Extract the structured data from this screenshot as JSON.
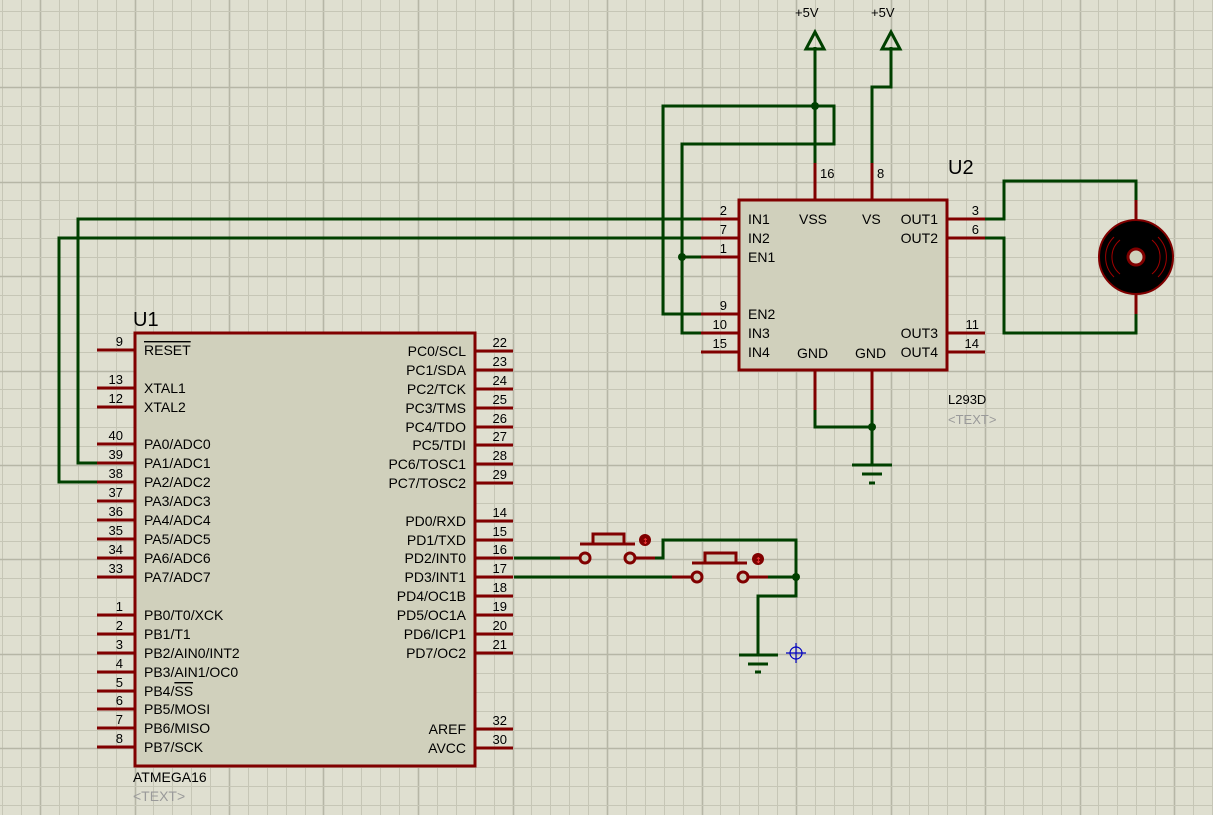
{
  "schematic": {
    "u1": {
      "ref": "U1",
      "part": "ATMEGA16",
      "text_placeholder": "<TEXT>",
      "left_pins": [
        {
          "num": "9",
          "name": "RESET",
          "overline": true
        },
        {
          "num": "13",
          "name": "XTAL1"
        },
        {
          "num": "12",
          "name": "XTAL2"
        },
        {
          "num": "40",
          "name": "PA0/ADC0"
        },
        {
          "num": "39",
          "name": "PA1/ADC1"
        },
        {
          "num": "38",
          "name": "PA2/ADC2"
        },
        {
          "num": "37",
          "name": "PA3/ADC3"
        },
        {
          "num": "36",
          "name": "PA4/ADC4"
        },
        {
          "num": "35",
          "name": "PA5/ADC5"
        },
        {
          "num": "34",
          "name": "PA6/ADC6"
        },
        {
          "num": "33",
          "name": "PA7/ADC7"
        },
        {
          "num": "1",
          "name": "PB0/T0/XCK"
        },
        {
          "num": "2",
          "name": "PB1/T1"
        },
        {
          "num": "3",
          "name": "PB2/AIN0/INT2"
        },
        {
          "num": "4",
          "name": "PB3/AIN1/OC0"
        },
        {
          "num": "5",
          "name": "PB4/SS",
          "overline_part": "SS"
        },
        {
          "num": "6",
          "name": "PB5/MOSI"
        },
        {
          "num": "7",
          "name": "PB6/MISO"
        },
        {
          "num": "8",
          "name": "PB7/SCK"
        }
      ],
      "right_pins": [
        {
          "num": "22",
          "name": "PC0/SCL"
        },
        {
          "num": "23",
          "name": "PC1/SDA"
        },
        {
          "num": "24",
          "name": "PC2/TCK"
        },
        {
          "num": "25",
          "name": "PC3/TMS"
        },
        {
          "num": "26",
          "name": "PC4/TDO"
        },
        {
          "num": "27",
          "name": "PC5/TDI"
        },
        {
          "num": "28",
          "name": "PC6/TOSC1"
        },
        {
          "num": "29",
          "name": "PC7/TOSC2"
        },
        {
          "num": "14",
          "name": "PD0/RXD"
        },
        {
          "num": "15",
          "name": "PD1/TXD"
        },
        {
          "num": "16",
          "name": "PD2/INT0"
        },
        {
          "num": "17",
          "name": "PD3/INT1"
        },
        {
          "num": "18",
          "name": "PD4/OC1B"
        },
        {
          "num": "19",
          "name": "PD5/OC1A"
        },
        {
          "num": "20",
          "name": "PD6/ICP1"
        },
        {
          "num": "21",
          "name": "PD7/OC2"
        },
        {
          "num": "32",
          "name": "AREF"
        },
        {
          "num": "30",
          "name": "AVCC"
        }
      ]
    },
    "u2": {
      "ref": "U2",
      "part": "L293D",
      "text_placeholder": "<TEXT>",
      "left_pins": [
        {
          "num": "2",
          "name": "IN1"
        },
        {
          "num": "7",
          "name": "IN2"
        },
        {
          "num": "1",
          "name": "EN1"
        },
        {
          "num": "9",
          "name": "EN2"
        },
        {
          "num": "10",
          "name": "IN3"
        },
        {
          "num": "15",
          "name": "IN4"
        }
      ],
      "right_pins": [
        {
          "num": "3",
          "name": "OUT1"
        },
        {
          "num": "6",
          "name": "OUT2"
        },
        {
          "num": "11",
          "name": "OUT3"
        },
        {
          "num": "14",
          "name": "OUT4"
        }
      ],
      "top_pins": [
        {
          "num": "16",
          "name": "VSS"
        },
        {
          "num": "8",
          "name": "VS"
        }
      ],
      "bottom_labels": [
        "GND",
        "GND"
      ]
    },
    "power": [
      {
        "label": "+5V"
      },
      {
        "label": "+5V"
      }
    ],
    "components": {
      "motor": "dc-motor",
      "buttons": [
        "push-button-1",
        "push-button-2"
      ],
      "grounds": [
        "ground-u2",
        "ground-buttons"
      ]
    },
    "colors": {
      "background": "#dfdfd0",
      "grid_minor": "#c8c8b8",
      "grid_major": "#b8b8a8",
      "component_outline": "#800000",
      "component_fill": "#d0d0bc",
      "wire": "#004000",
      "cursor": "#0000c0"
    }
  }
}
